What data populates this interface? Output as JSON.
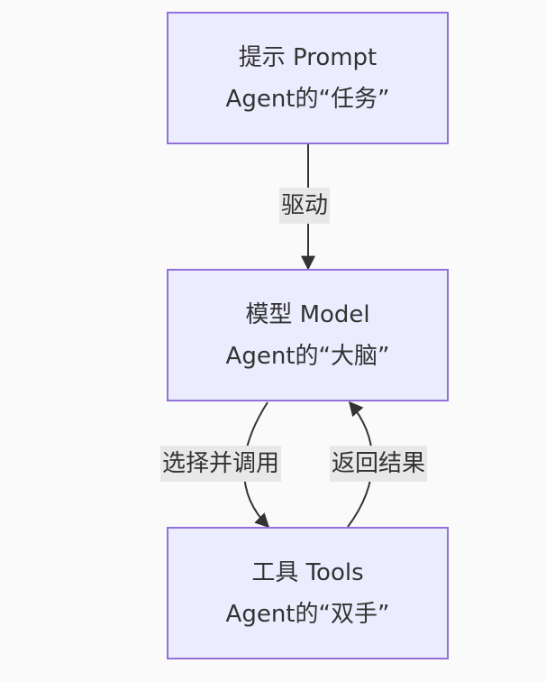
{
  "nodes": {
    "prompt": {
      "line1": "提示 Prompt",
      "line2": "Agent的“任务”"
    },
    "model": {
      "line1": "模型 Model",
      "line2": "Agent的“大脑”"
    },
    "tools": {
      "line1": "工具 Tools",
      "line2": "Agent的“双手”"
    }
  },
  "edges": {
    "prompt_to_model": {
      "label": "驱动"
    },
    "model_to_tools": {
      "label": "选择并调用"
    },
    "tools_to_model": {
      "label": "返回结果"
    }
  },
  "colors": {
    "node_fill": "#ececff",
    "node_border": "#9370db",
    "edge": "#333333",
    "label_bg": "#e8e8e8",
    "text": "#333333",
    "background": "#fafafa"
  }
}
